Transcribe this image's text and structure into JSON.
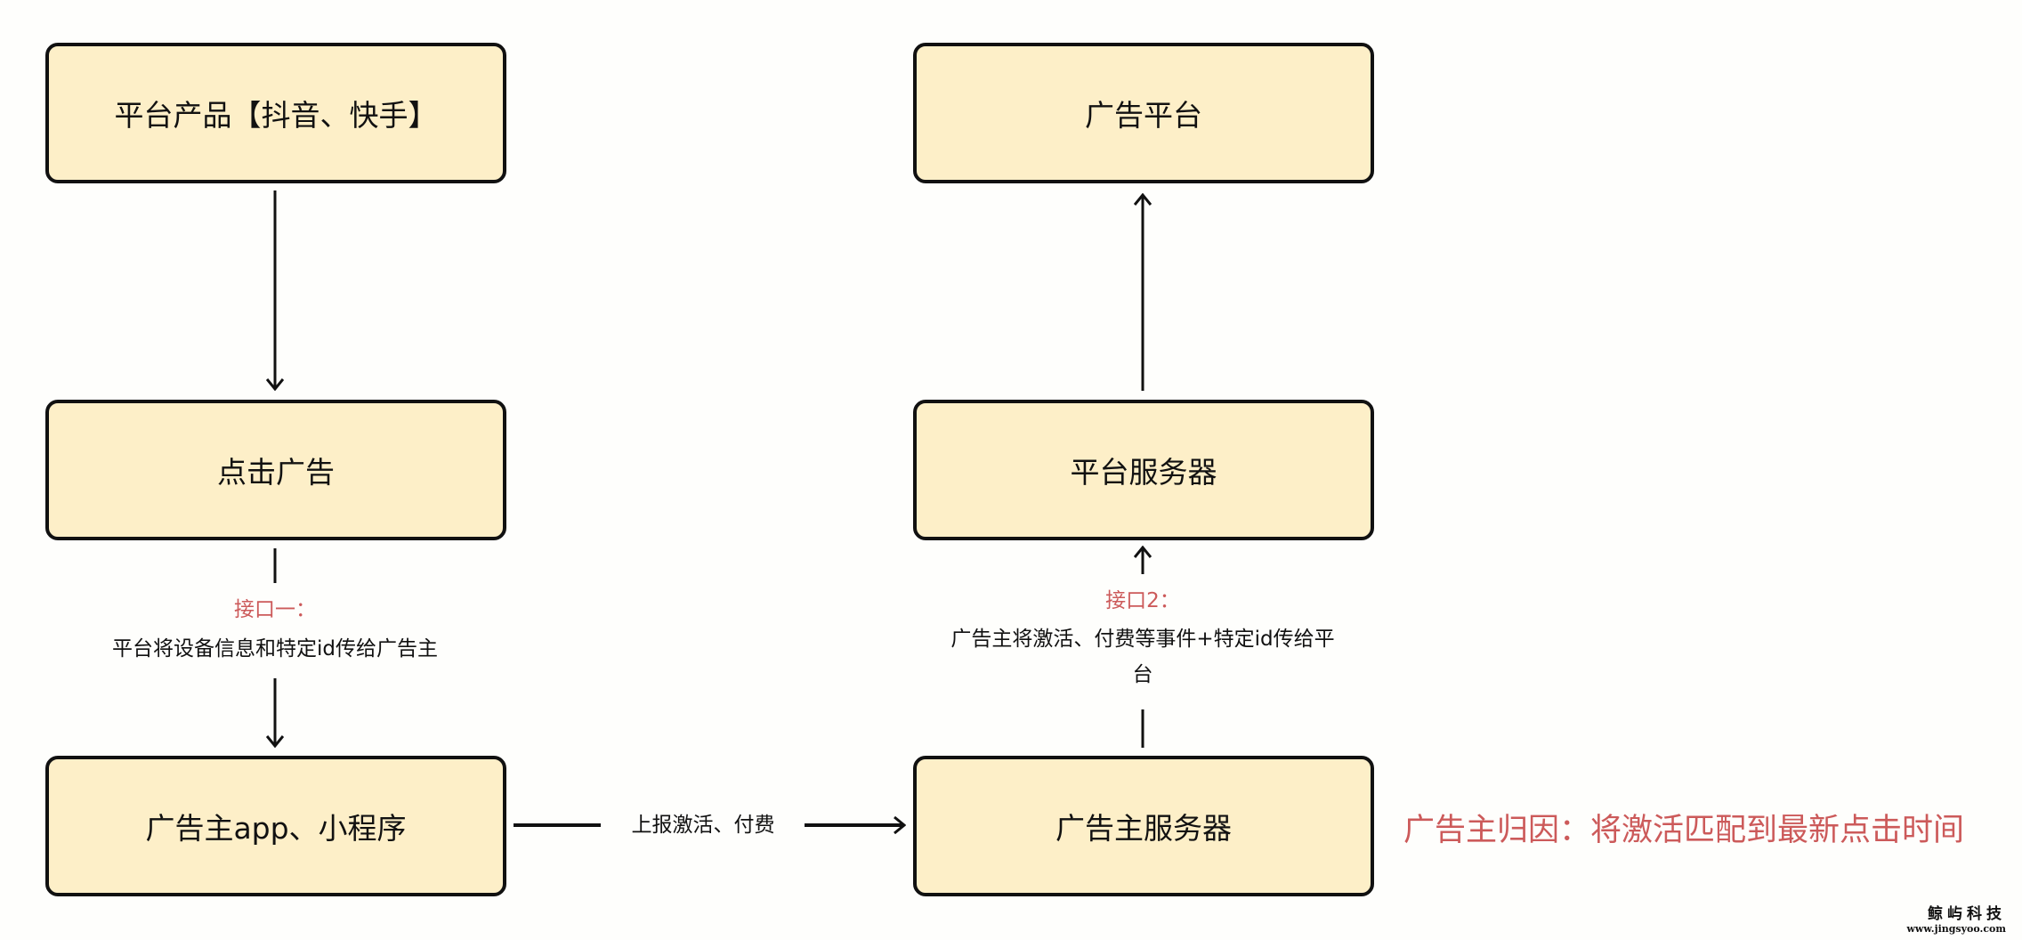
{
  "nodes": {
    "platform_product": "平台产品【抖音、快手】",
    "click_ad": "点击广告",
    "advertiser_app": "广告主app、小程序",
    "ad_platform": "广告平台",
    "platform_server": "平台服务器",
    "advertiser_server": "广告主服务器"
  },
  "edges": {
    "interface1_title": "接口一：",
    "interface1_desc": "平台将设备信息和特定id传给广告主",
    "report_label": "上报激活、付费",
    "interface2_title": "接口2：",
    "interface2_desc_line1": "广告主将激活、付费等事件+特定id传给平",
    "interface2_desc_line2": "台"
  },
  "note": "广告主归因：将激活匹配到最新点击时间",
  "logo": {
    "name": "鲸屿科技",
    "url": "www.jingsyoo.com"
  },
  "colors": {
    "box_fill": "#fdefc8",
    "accent_red": "#cc5a5a"
  }
}
